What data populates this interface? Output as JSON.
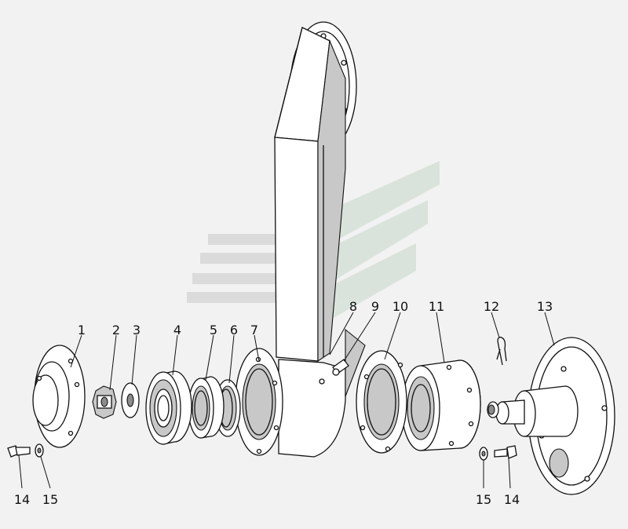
{
  "diagram": {
    "callouts": [
      {
        "id": "c1",
        "text": "1"
      },
      {
        "id": "c2",
        "text": "2"
      },
      {
        "id": "c3",
        "text": "3"
      },
      {
        "id": "c4",
        "text": "4"
      },
      {
        "id": "c5",
        "text": "5"
      },
      {
        "id": "c6",
        "text": "6"
      },
      {
        "id": "c7",
        "text": "7"
      },
      {
        "id": "c8",
        "text": "8"
      },
      {
        "id": "c9",
        "text": "9"
      },
      {
        "id": "c10",
        "text": "10"
      },
      {
        "id": "c11",
        "text": "11"
      },
      {
        "id": "c12",
        "text": "12"
      },
      {
        "id": "c13",
        "text": "13"
      },
      {
        "id": "c14a",
        "text": "14"
      },
      {
        "id": "c15a",
        "text": "15"
      },
      {
        "id": "c15b",
        "text": "15"
      },
      {
        "id": "c14b",
        "text": "14"
      }
    ]
  },
  "colors": {
    "background": "#f2f2f2",
    "line": "#111111",
    "part_fill": "#ffffff",
    "shade": "#c8c8c8",
    "watermark_green": "#d7e2d9",
    "watermark_gray": "#d9d9d9"
  }
}
